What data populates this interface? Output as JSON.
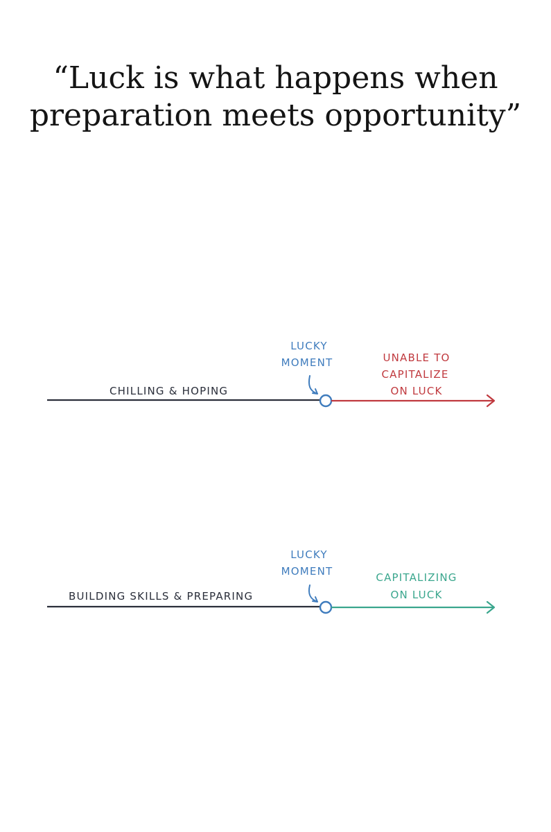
{
  "quote": {
    "line1": "“Luck is what happens when",
    "line2": "preparation meets opportunity”"
  },
  "colors": {
    "baseline": "#2a2e3a",
    "moment": "#3f7cbd",
    "unable": "#c0393e",
    "capitalizing": "#3aa68d"
  },
  "timeline_top": {
    "path_label": "CHILLING & HOPING",
    "moment_label": [
      "LUCKY",
      "MOMENT"
    ],
    "outcome_label": [
      "UNABLE TO",
      "CAPITALIZE",
      "ON LUCK"
    ]
  },
  "timeline_bottom": {
    "path_label": "BUILDING SKILLS & PREPARING",
    "moment_label": [
      "LUCKY",
      "MOMENT"
    ],
    "outcome_label": [
      "CAPITALIZING",
      "ON LUCK"
    ]
  }
}
